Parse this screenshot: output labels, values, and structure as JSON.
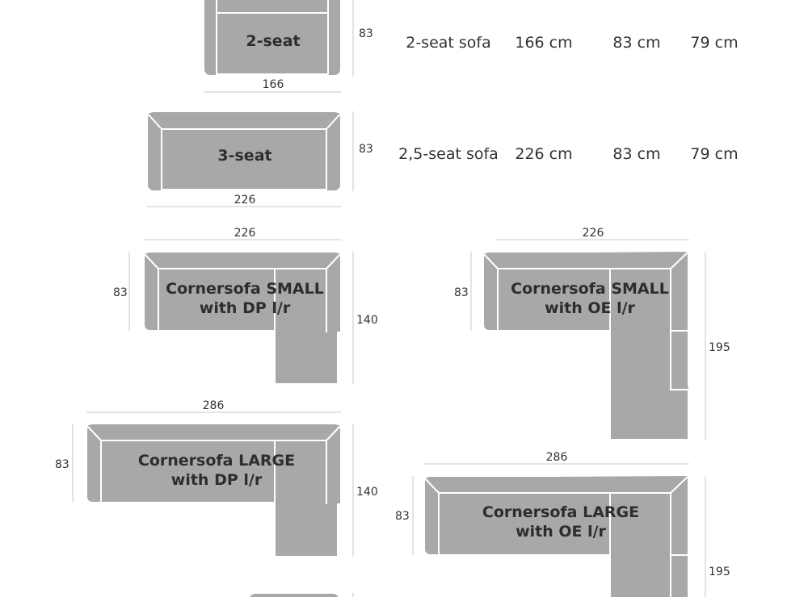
{
  "sofas": [
    {
      "name": "2-seat",
      "width": "166",
      "depth": "83"
    },
    {
      "name": "3-seat",
      "width": "226",
      "depth": "83"
    },
    {
      "name_line1": "Cornersofa SMALL",
      "name_line2": "with DP l/r",
      "width": "226",
      "depth": "83",
      "length": "140"
    },
    {
      "name_line1": "Cornersofa SMALL",
      "name_line2": "with OE l/r",
      "width": "226",
      "depth": "83",
      "length": "195"
    },
    {
      "name_line1": "Cornersofa LARGE",
      "name_line2": "with DP l/r",
      "width": "286",
      "depth": "83",
      "length": "140"
    },
    {
      "name_line1": "Cornersofa LARGE",
      "name_line2": "with OE l/r",
      "width": "286",
      "depth": "83",
      "length": "195"
    }
  ],
  "table": [
    {
      "model": "2-seat sofa",
      "width": "166 cm",
      "depth": "83 cm",
      "height": "79 cm"
    },
    {
      "model": "2,5-seat sofa",
      "width": "226 cm",
      "depth": "83 cm",
      "height": "79 cm"
    }
  ]
}
